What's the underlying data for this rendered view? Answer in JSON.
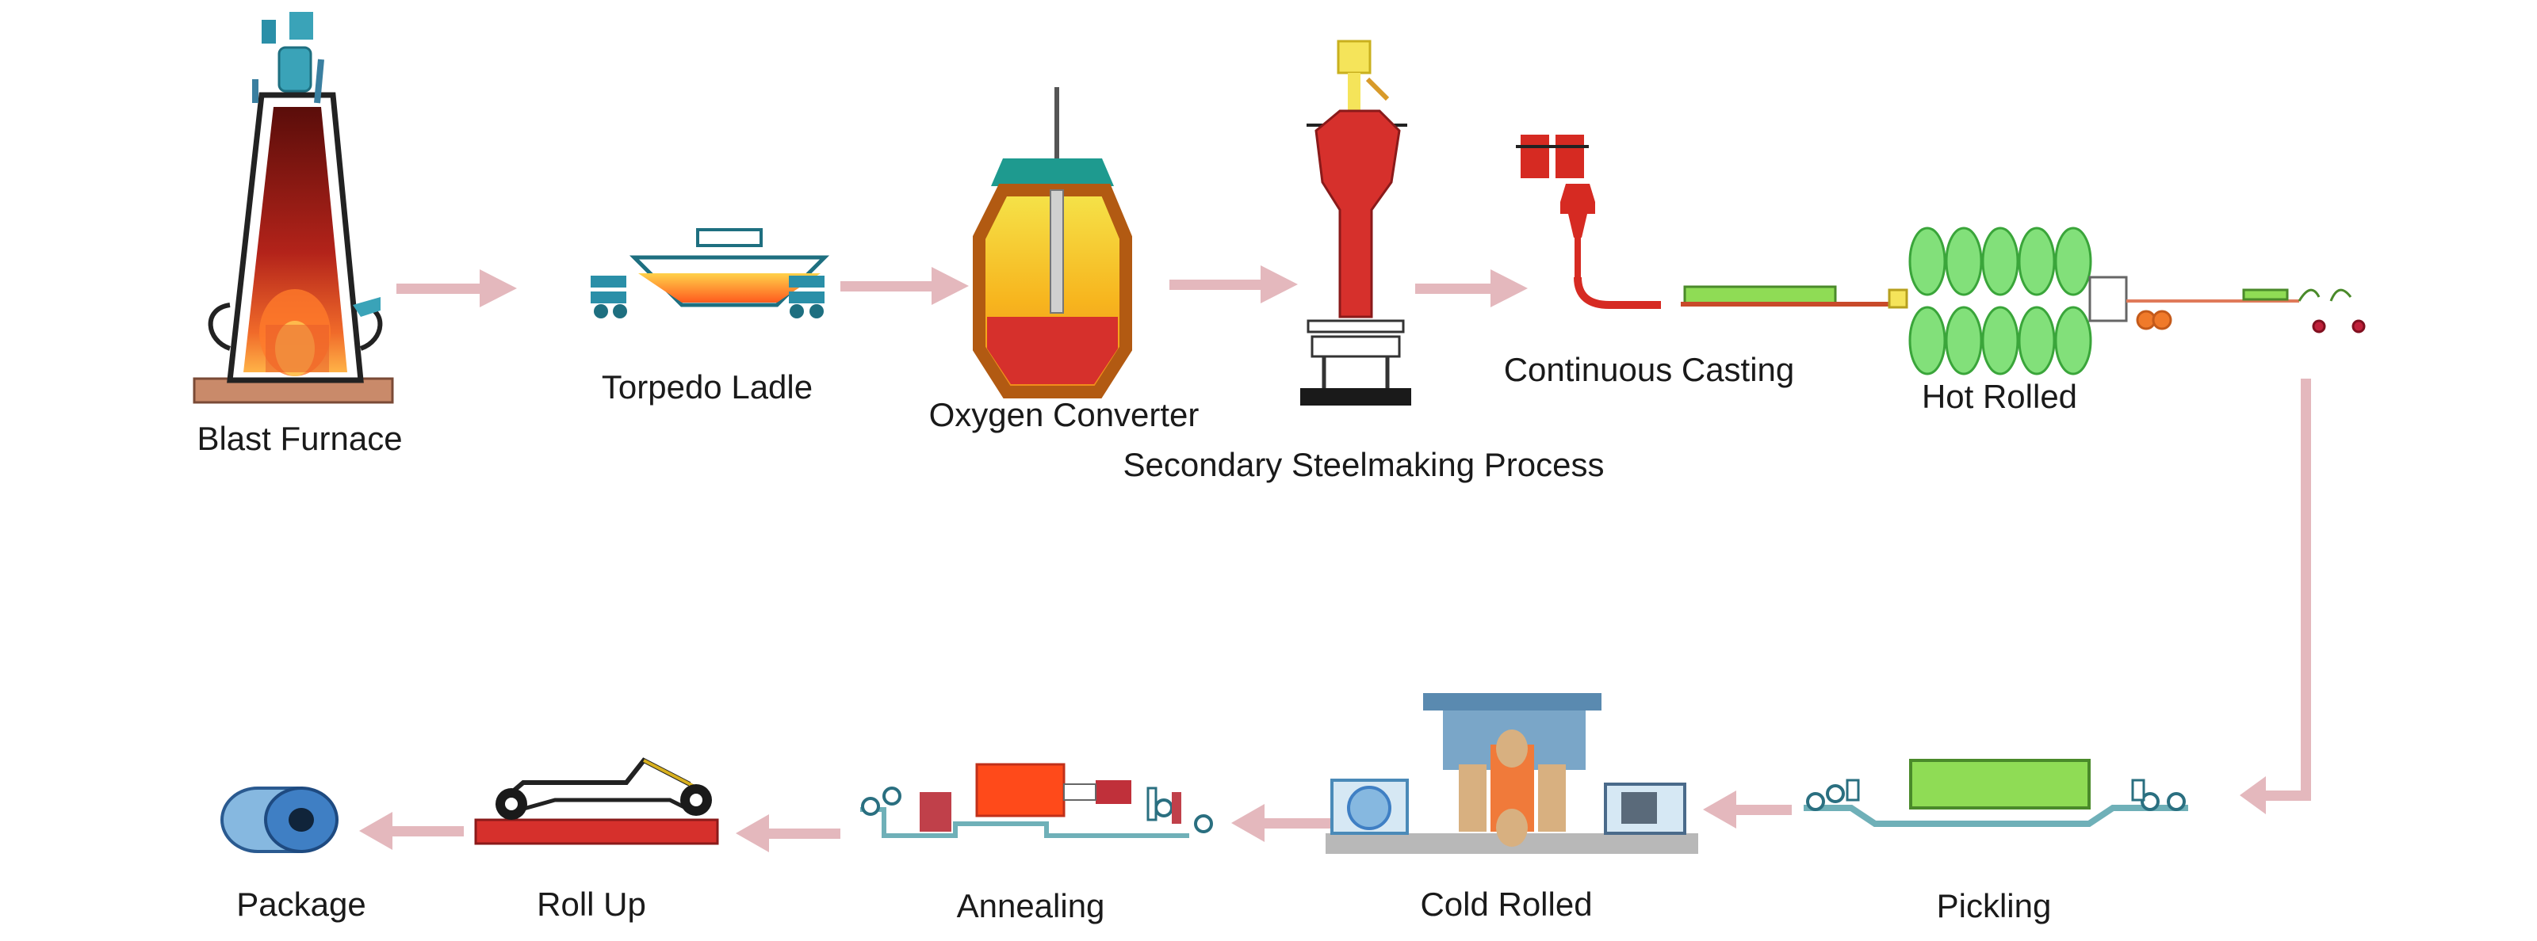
{
  "labels": {
    "blast_furnace": "Blast Furnace",
    "torpedo_ladle": "Torpedo Ladle",
    "oxygen_converter": "Oxygen Converter",
    "secondary_steelmaking": "Secondary Steelmaking Process",
    "continuous_casting": "Continuous Casting",
    "hot_rolled": "Hot Rolled",
    "pickling": "Pickling",
    "cold_rolled": "Cold Rolled",
    "annealing": "Annealing",
    "roll_up": "Roll Up",
    "package": "Package"
  },
  "colors": {
    "arrow": "#e4b8bd",
    "molten": "#e0452a",
    "converter_body": "#b25a12",
    "converter_yellow": "#f5d21e",
    "red_vessel": "#d6302c",
    "rolls_green": "#82e07a",
    "teal": "#1e8f8a",
    "pickling_tank": "#8fdc55",
    "package_blue": "#3f7fc4"
  }
}
